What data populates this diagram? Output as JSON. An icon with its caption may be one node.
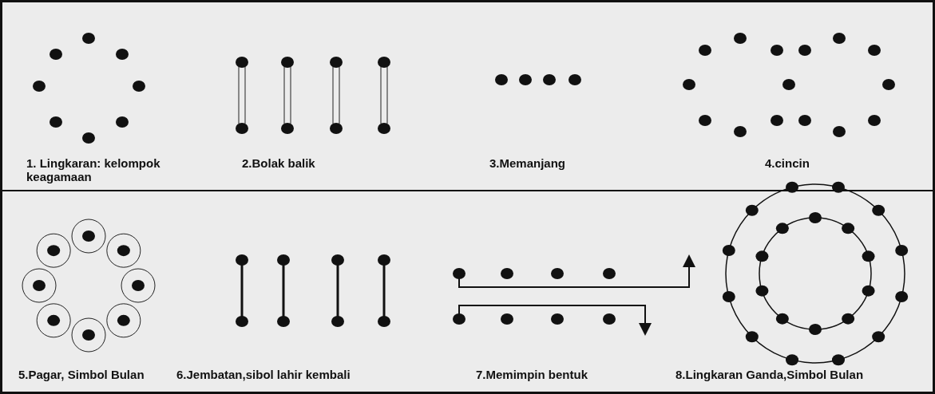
{
  "diagram": {
    "labels": [
      "1. Lingkaran: kelompok keagamaan",
      "2.Bolak balik",
      "3.Memanjang",
      "4.cincin",
      "5.Pagar, Simbol Bulan",
      "6.Jembatan,sibol lahir kembali",
      "7.Memimpin bentuk",
      "8.Lingkaran Ganda,Simbol Bulan"
    ]
  }
}
